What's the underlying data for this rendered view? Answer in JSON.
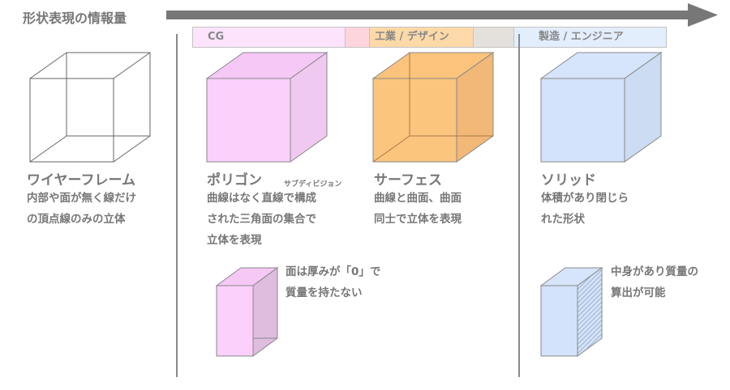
{
  "title": "形状表現の情報量",
  "bands": {
    "cg": "CG",
    "design": "工業 / デザイン",
    "engineering": "製造 / エンジニア"
  },
  "colors": {
    "cg": "#fde3fb",
    "overlap1": "#fdd5dc",
    "design": "#fdd9a8",
    "overlap2": "#e4e1dc",
    "engineering": "#e3eefc",
    "arrow": "#777777"
  },
  "wireframe": {
    "name": "ワイヤーフレーム",
    "desc": [
      "内部や面が無く線だけ",
      "の頂点線のみの立体"
    ]
  },
  "polygon": {
    "name": "ポリゴン",
    "sub": "サブディビジョン",
    "desc": [
      "曲線はなく直線で構成",
      "された三角面の集合で",
      "立体を表現"
    ],
    "note": [
      "面は厚みが「0」で",
      "質量を持たない"
    ]
  },
  "surface": {
    "name": "サーフェス",
    "desc": [
      "曲線と曲面、曲面",
      "同士で立体を表現"
    ]
  },
  "solid": {
    "name": "ソリッド",
    "desc": [
      "体積があり閉じら",
      "れた形状"
    ],
    "note": [
      "中身があり質量の",
      "算出が可能"
    ]
  }
}
